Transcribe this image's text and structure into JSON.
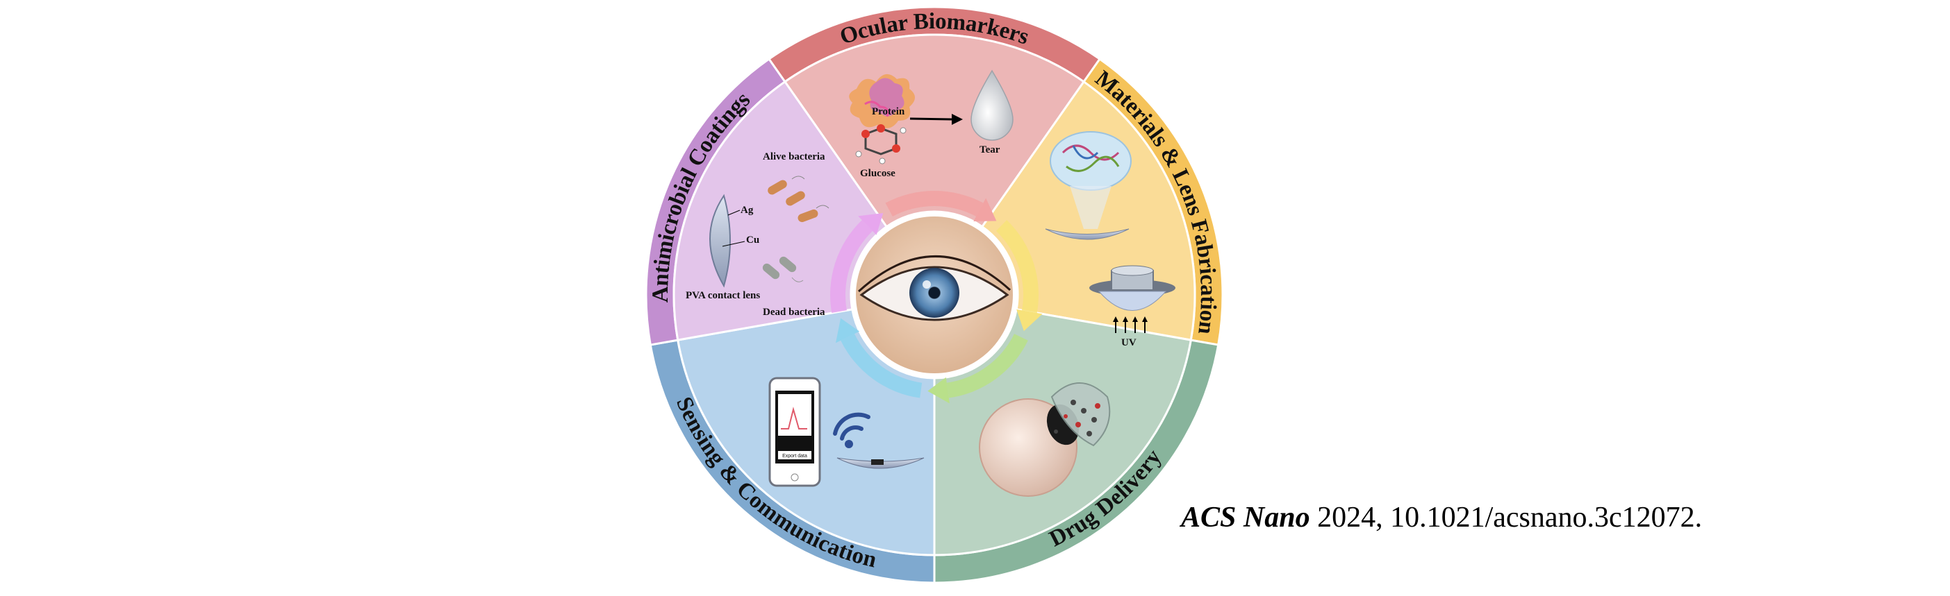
{
  "segments": [
    {
      "id": "ocular-biomarkers",
      "title": "Ocular Biomarkers",
      "band": "#d97a7b",
      "fill": "#ecb6b6"
    },
    {
      "id": "materials-fabrication",
      "title": "Materials & Lens Fabrication",
      "band": "#f5c35a",
      "fill": "#fadc97"
    },
    {
      "id": "drug-delivery",
      "title": "Drug Delivery",
      "band": "#88b49c",
      "fill": "#b9d3c2"
    },
    {
      "id": "sensing-communication",
      "title": "Sensing & Communication",
      "band": "#7fa9cf",
      "fill": "#b6d3ec"
    },
    {
      "id": "antimicrobial-coatings",
      "title": "Antimicrobial Coatings",
      "band": "#c28fd0",
      "fill": "#e3c5ea"
    }
  ],
  "labels": {
    "protein": "Protein",
    "glucose": "Glucose",
    "tear": "Tear",
    "uv": "UV",
    "alive_bacteria": "Alive bacteria",
    "dead_bacteria": "Dead bacteria",
    "ag": "Ag",
    "cu": "Cu",
    "pva_lens": "PVA contact lens",
    "export_data": "Export data"
  },
  "citation": {
    "journal": "ACS Nano",
    "rest": " 2024, 10.1021/acsnano.3c12072."
  }
}
